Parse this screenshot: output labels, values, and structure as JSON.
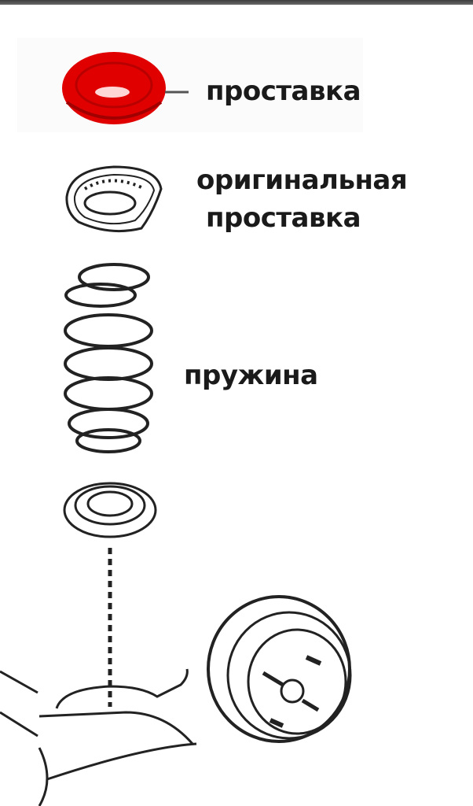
{
  "diagram": {
    "title": "",
    "colors": {
      "accent_spacer": "#e00000",
      "line": "#222222",
      "background": "#ffffff"
    },
    "parts": [
      {
        "id": "spacer",
        "label": "проставка",
        "highlight": true
      },
      {
        "id": "original-spacer",
        "label_line1": "оригинальная",
        "label_line2": "проставка"
      },
      {
        "id": "spring",
        "label": "пружина"
      },
      {
        "id": "lower-seat",
        "label": ""
      },
      {
        "id": "axle-drum",
        "label": ""
      }
    ]
  }
}
